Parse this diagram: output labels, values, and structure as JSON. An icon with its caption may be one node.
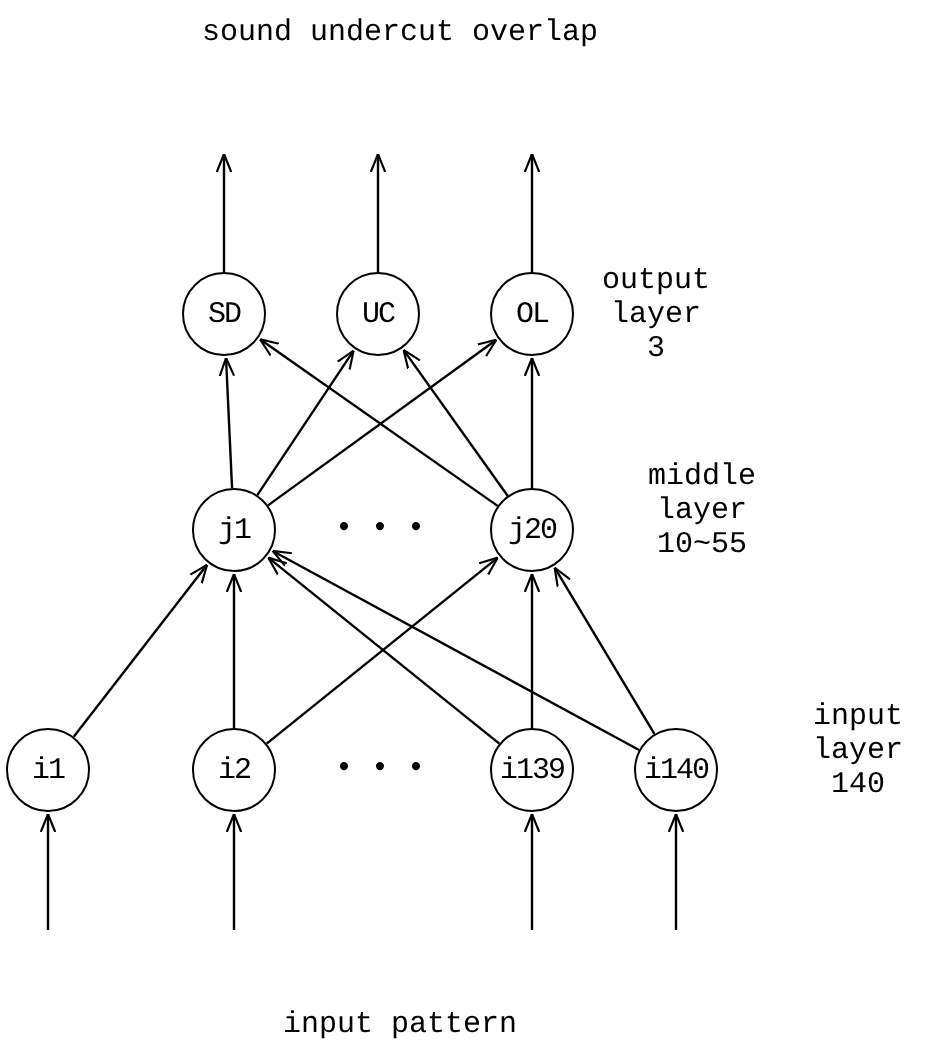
{
  "diagram": {
    "nodes": [
      {
        "text": [
          "SD"
        ]
      },
      {
        "text": [
          "UC"
        ]
      },
      {
        "text": [
          "OL"
        ]
      },
      {
        "text": [
          "j1"
        ]
      },
      {
        "text": [
          "j20"
        ]
      },
      {
        "text": [
          "i1"
        ]
      },
      {
        "text": [
          "i2"
        ]
      },
      {
        "text": [
          "i139"
        ]
      },
      {
        "text": [
          "i140"
        ]
      }
    ],
    "edges": [
      {
        "from": 0,
        "to": null,
        "arrow": "to"
      },
      {
        "from": 1,
        "to": null,
        "arrow": "to"
      },
      {
        "from": 2,
        "to": null,
        "arrow": "to"
      },
      {
        "from": 3,
        "to": 0,
        "arrow": "to"
      },
      {
        "from": 3,
        "to": 1,
        "arrow": "to"
      },
      {
        "from": 3,
        "to": 2,
        "arrow": "to"
      },
      {
        "from": 4,
        "to": 0,
        "arrow": "to"
      },
      {
        "from": 4,
        "to": 1,
        "arrow": "to"
      },
      {
        "from": 4,
        "to": 2,
        "arrow": "to"
      },
      {
        "from": 5,
        "to": 3,
        "arrow": "to"
      },
      {
        "from": 6,
        "to": 3,
        "arrow": "to"
      },
      {
        "from": 6,
        "to": 4,
        "arrow": "to"
      },
      {
        "from": 7,
        "to": 3,
        "arrow": "to"
      },
      {
        "from": 7,
        "to": 4,
        "arrow": "to"
      },
      {
        "from": 8,
        "to": 3,
        "arrow": "to"
      },
      {
        "from": 8,
        "to": 4,
        "arrow": "to"
      },
      {
        "from": null,
        "to": 5,
        "arrow": "to"
      },
      {
        "from": null,
        "to": 6,
        "arrow": "to"
      },
      {
        "from": null,
        "to": 7,
        "arrow": "to"
      },
      {
        "from": null,
        "to": 8,
        "arrow": "to"
      }
    ],
    "labels": [
      "sound undercut overlap",
      "output layer 3",
      "middle layer 10~55",
      "• • •",
      "input layer 140",
      "• • •",
      "input pattern"
    ]
  }
}
